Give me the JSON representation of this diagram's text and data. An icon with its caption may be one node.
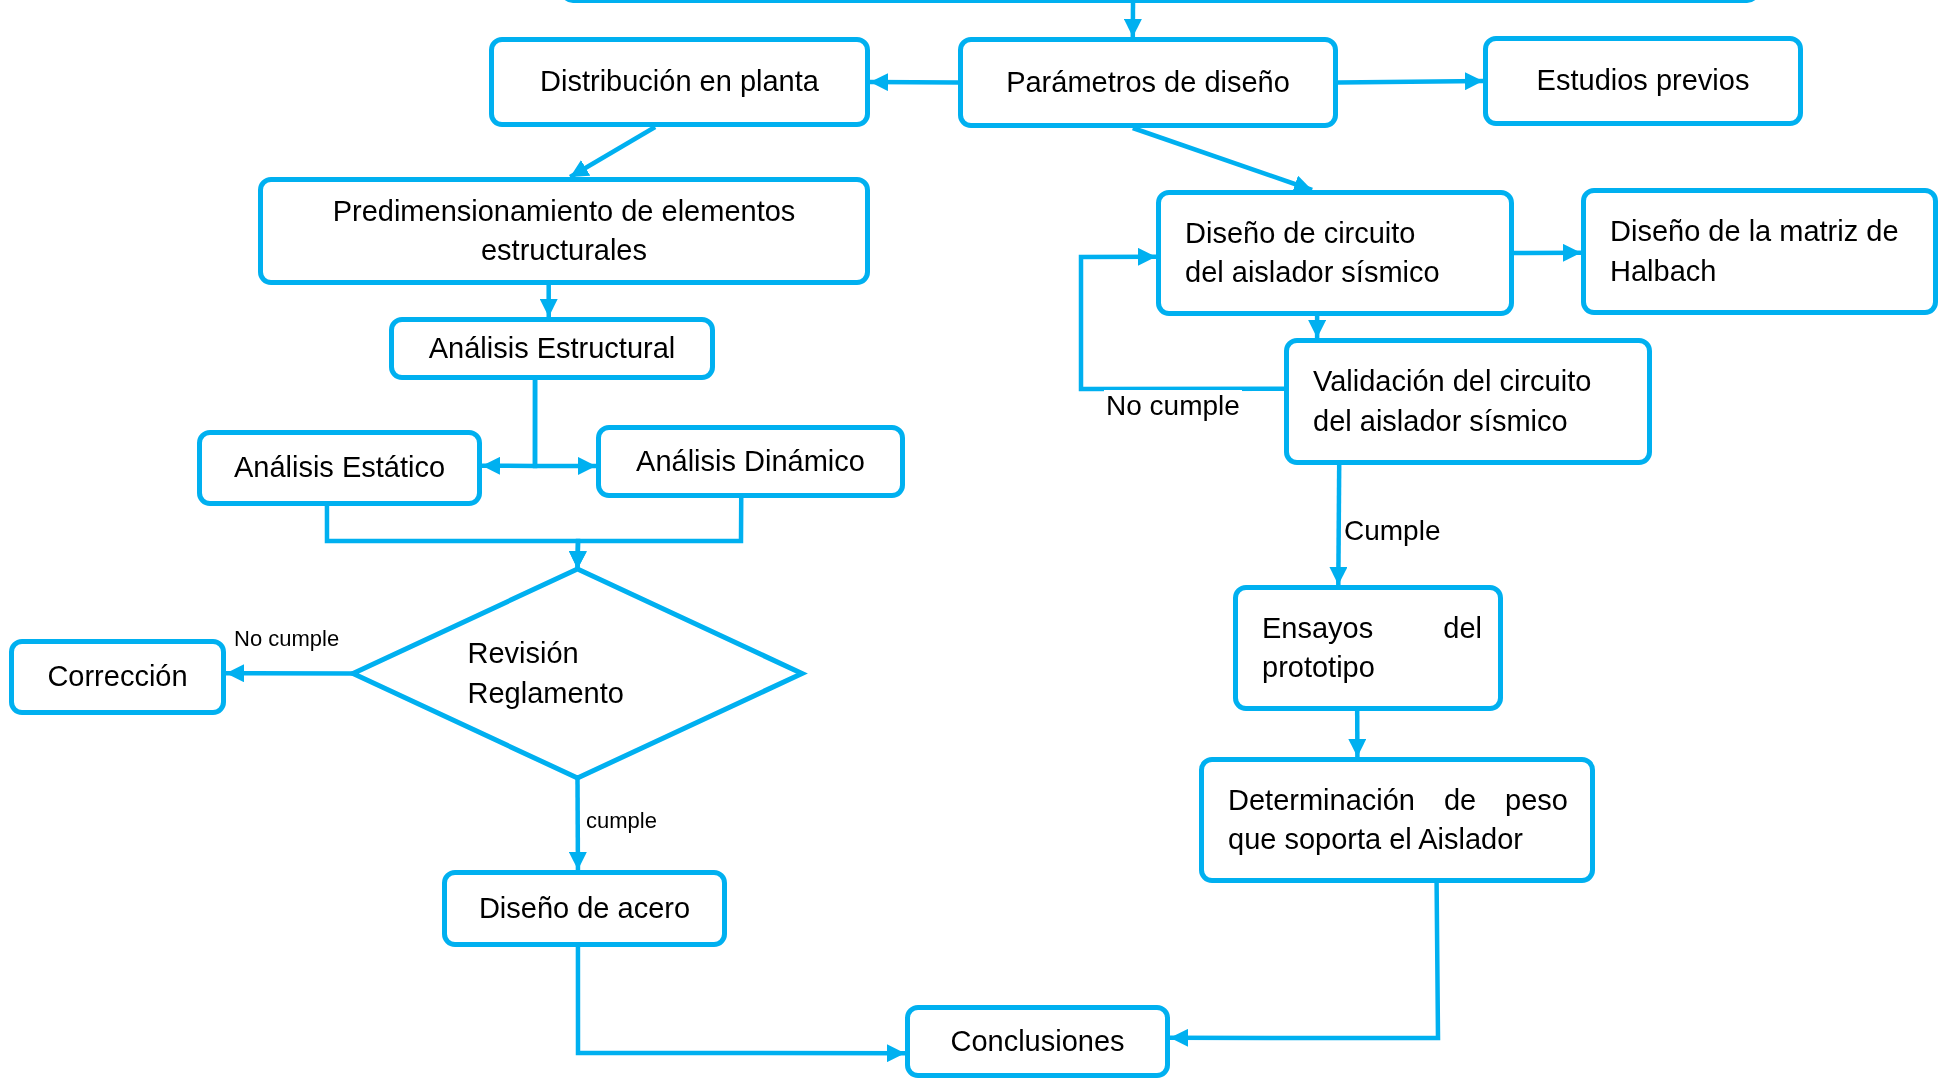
{
  "diagram": {
    "nodes": [
      {
        "text": [],
        "shape": "box"
      },
      {
        "text": [
          "Distribución en planta"
        ]
      },
      {
        "text": [
          "Parámetros de diseño"
        ]
      },
      {
        "text": [
          "Estudios previos"
        ]
      },
      {
        "text": [
          "Predimensionamiento de elementos estructurales"
        ]
      },
      {
        "text": [
          "Análisis Estructural"
        ]
      },
      {
        "text": [
          "Análisis Estático"
        ]
      },
      {
        "text": [
          "Análisis Dinámico"
        ]
      },
      {
        "text": [
          "Revisión Reglamento"
        ]
      },
      {
        "text": [
          "Corrección"
        ]
      },
      {
        "text": [
          "Diseño de acero"
        ]
      },
      {
        "text": [
          "Conclusiones"
        ]
      },
      {
        "text": [
          "Diseño de circuito del aislador sísmico"
        ]
      },
      {
        "text": [
          "Diseño de la matriz de Halbach"
        ]
      },
      {
        "text": [
          "Validación del circuito del aislador sísmico"
        ]
      },
      {
        "text": [
          "Ensayos del prototipo"
        ]
      },
      {
        "text": [
          "Determinación de peso que soporta el Aislador"
        ]
      }
    ],
    "edges": [
      {
        "from": 0,
        "to": 2,
        "arrow": "to"
      },
      {
        "from": 2,
        "to": 1,
        "arrow": "to"
      },
      {
        "from": 2,
        "to": 3,
        "arrow": "to"
      },
      {
        "from": 1,
        "to": 4,
        "arrow": "to"
      },
      {
        "from": 2,
        "to": 12,
        "arrow": "to"
      },
      {
        "from": 4,
        "to": 5,
        "arrow": "to"
      },
      {
        "from": 5,
        "to": 6,
        "arrow": "to"
      },
      {
        "from": 5,
        "to": 7,
        "arrow": "to"
      },
      {
        "from": 6,
        "to": 8,
        "arrow": "to"
      },
      {
        "from": 7,
        "to": 8,
        "arrow": "to"
      },
      {
        "from": 8,
        "to": 9,
        "label": "No cumple",
        "arrow": "to"
      },
      {
        "from": 8,
        "to": 10,
        "label": "cumple",
        "arrow": "to"
      },
      {
        "from": 10,
        "to": 11,
        "arrow": "to"
      },
      {
        "from": 12,
        "to": 13,
        "arrow": "to"
      },
      {
        "from": 12,
        "to": 14,
        "arrow": "to"
      },
      {
        "from": 14,
        "to": 12,
        "label": "No cumple",
        "arrow": "to"
      },
      {
        "from": 14,
        "to": 15,
        "label": "Cumple",
        "arrow": "to"
      },
      {
        "from": 15,
        "to": 16,
        "arrow": "to"
      },
      {
        "from": 16,
        "to": 11,
        "arrow": "to"
      }
    ]
  }
}
